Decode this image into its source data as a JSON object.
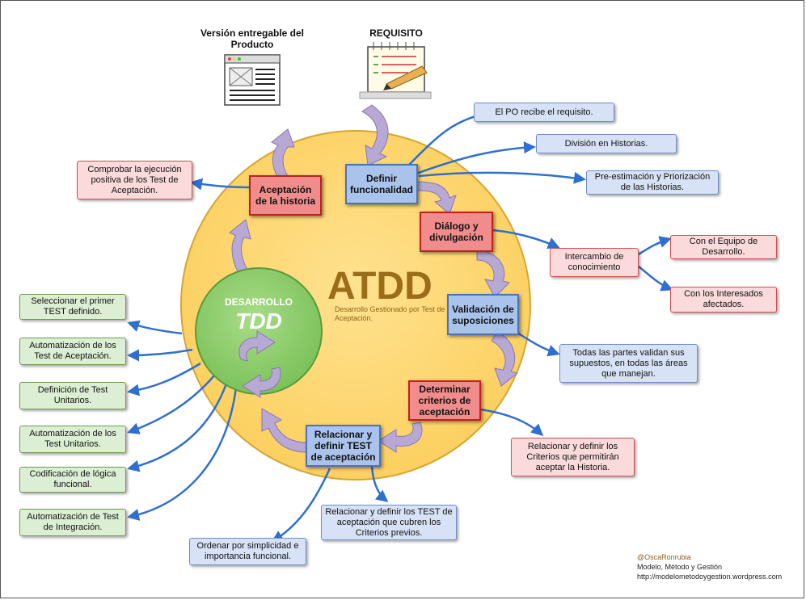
{
  "top": {
    "product_title": "Versión entregable del Producto",
    "requisito_title": "REQUISITO"
  },
  "center": {
    "atdd_title": "ATDD",
    "atdd_subtitle": "Desarrollo Gestionado por Test de Aceptación."
  },
  "tdd": {
    "label": "DESARROLLO",
    "title": "TDD"
  },
  "steps": {
    "definir": "Definir funcionalidad",
    "dialogo": "Diálogo y divulgación",
    "validacion": "Validación de suposiciones",
    "determinar": "Determinar criterios de aceptación",
    "relacionar": "Relacionar y definir TEST de aceptación",
    "aceptacion": "Aceptación de la historia"
  },
  "notes": {
    "po": "El PO recibe el requisito.",
    "division": "División en Historias.",
    "preestimacion": "Pre-estimación y Priorización de las Historias.",
    "intercambio": "Intercambio de conocimiento",
    "equipo": "Con el Equipo de Desarrollo.",
    "interesados": "Con los Interesados afectados.",
    "partes": "Todas las partes validan sus supuestos, en todas las áreas que manejan.",
    "criterios": "Relacionar y definir los Criterios que permitirán aceptar la Historia.",
    "test_criterios": "Relacionar y definir los TEST de aceptación que cubren los Criterios previos.",
    "ordenar": "Ordenar por simplicidad e importancia funcional.",
    "comprobar": "Comprobar la ejecución positiva de los Test de Aceptación."
  },
  "tdd_notes": [
    "Seleccionar el primer TEST definido.",
    "Automatización de los Test de Aceptación.",
    "Definición de Test Unitarios.",
    "Automatización de los Test Unitarios.",
    "Codificación de lógica funcional.",
    "Automatización de Test de Integración."
  ],
  "credits": {
    "author": "@OscaRonrubia",
    "blog": "Modelo, Método y Gestión",
    "url": "http://modelometodoygestion.wordpress.com"
  },
  "colors": {
    "circle_fill": "#fdd66a",
    "circle_stroke": "#d6a534",
    "tdd_fill": "#8fcf6f",
    "flow_arrow": "#b8a8d4",
    "connector": "#2f6fcf",
    "atdd_text": "#9a6d1a"
  }
}
